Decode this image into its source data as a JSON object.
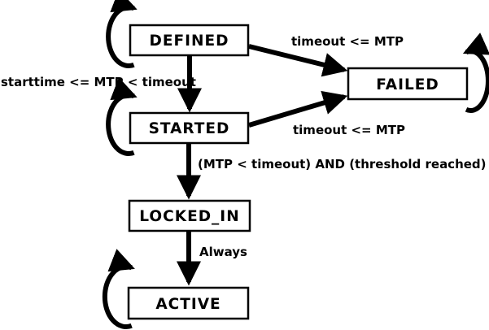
{
  "diagram": {
    "type": "state-machine",
    "colors": {
      "line": "#000000",
      "node_fill": "#ffffff",
      "background": "#ffffff",
      "text": "#000000"
    },
    "nodes": [
      {
        "id": "defined",
        "label": "DEFINED",
        "has_self_loop": true
      },
      {
        "id": "started",
        "label": "STARTED",
        "has_self_loop": true
      },
      {
        "id": "failed",
        "label": "FAILED",
        "has_self_loop": true
      },
      {
        "id": "locked_in",
        "label": "LOCKED_IN",
        "has_self_loop": false
      },
      {
        "id": "active",
        "label": "ACTIVE",
        "has_self_loop": true
      }
    ],
    "edges": [
      {
        "from": "defined",
        "to": "started",
        "label": "starttime <= MTP < timeout"
      },
      {
        "from": "defined",
        "to": "failed",
        "label": "timeout <= MTP"
      },
      {
        "from": "started",
        "to": "failed",
        "label": "timeout <= MTP"
      },
      {
        "from": "started",
        "to": "locked_in",
        "label": "(MTP < timeout) AND (threshold reached)"
      },
      {
        "from": "locked_in",
        "to": "active",
        "label": "Always"
      },
      {
        "from": "defined",
        "to": "defined",
        "label": ""
      },
      {
        "from": "started",
        "to": "started",
        "label": ""
      },
      {
        "from": "failed",
        "to": "failed",
        "label": ""
      },
      {
        "from": "active",
        "to": "active",
        "label": ""
      }
    ]
  }
}
